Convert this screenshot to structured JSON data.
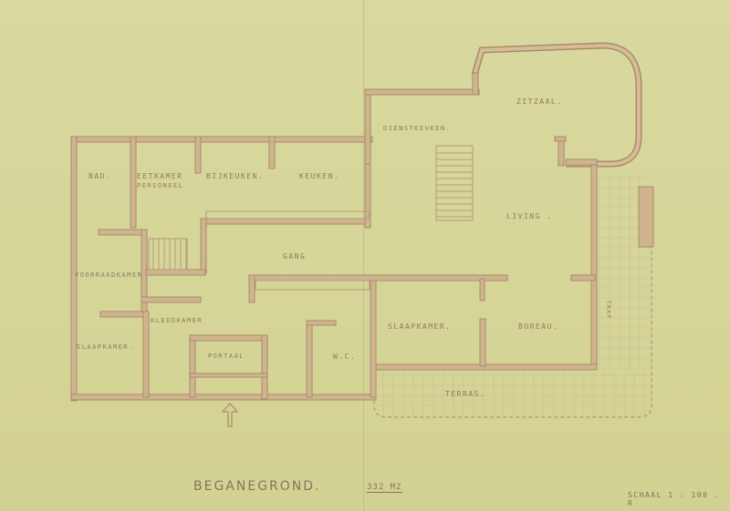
{
  "drawing": {
    "title": "BEGANEGROND.",
    "area": "332 M2",
    "scale": "SCHAAL 1 : 100 . R"
  },
  "rooms": {
    "bad": "BAD.",
    "eetkamer_1": "EETKAMER",
    "eetkamer_2": "PERSONEEL",
    "bijkeuken": "BIJKEUKEN.",
    "keuken": "KEUKEN.",
    "gang": "GANG",
    "voorraadkamer": "VOORRAADKAMER",
    "kleedkamer": "KLEEDKAMER",
    "slaapkamer_left": "SLAAPKAMER.",
    "portaal": "PORTAAL",
    "wc": "W.C.",
    "dienstkeuken": "DIENSTKEUKEN.",
    "zitzaal": "ZITZAAL.",
    "living": "LIVING .",
    "slaapkamer_right": "SLAAPKAMER.",
    "bureau": "BUREAU.",
    "terras": "TERRAS.",
    "steps": "TRAP"
  },
  "colors": {
    "paper": "#d7d69c",
    "wall": "#cfb58f",
    "ink": "#8d7a5f"
  }
}
